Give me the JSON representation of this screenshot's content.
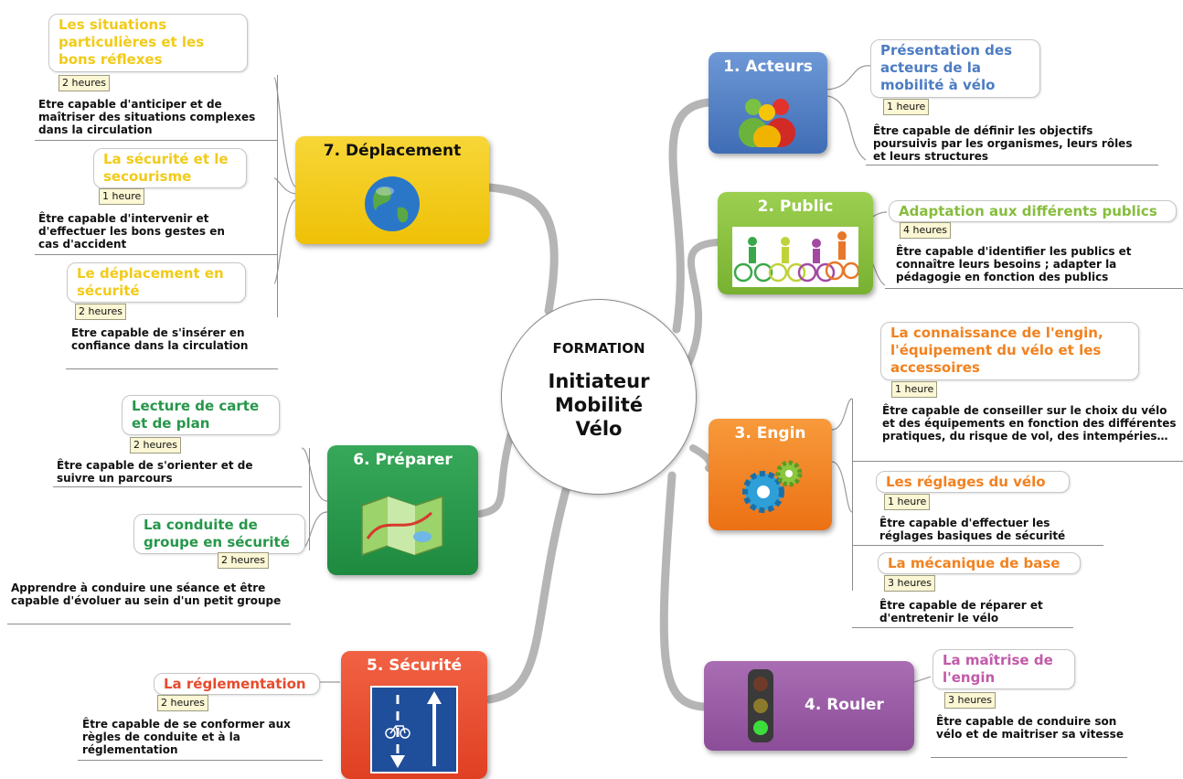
{
  "center": {
    "line1": "FORMATION",
    "line2": "Initiateur",
    "line3": "Mobilité",
    "line4": "Vélo"
  },
  "branches": {
    "acteurs": {
      "title": "1. Acteurs",
      "color": "#4c7cc3",
      "icon": "people-icon"
    },
    "public": {
      "title": "2. Public",
      "color": "#86bd3c",
      "icon": "cyclists-icon"
    },
    "engin": {
      "title": "3. Engin",
      "color": "#f18220",
      "icon": "gears-icon"
    },
    "rouler": {
      "title": "4. Rouler",
      "color": "#9b5ba6",
      "icon": "traffic-light-icon"
    },
    "securite": {
      "title": "5. Sécurité",
      "color": "#e74b2c",
      "icon": "bike-lane-sign-icon"
    },
    "preparer": {
      "title": "6. Préparer",
      "color": "#26974a",
      "icon": "map-icon"
    },
    "deplacement": {
      "title": "7. Déplacement",
      "color": "#f2cb18",
      "icon": "globe-icon"
    }
  },
  "topics": {
    "acteurs_1": {
      "title": "Présentation des acteurs de la mobilité à vélo",
      "duration": "1 heure",
      "desc": "Être capable de définir les objectifs poursuivis par les organismes, leurs rôles et leurs structures",
      "color": "#4c7cc3"
    },
    "public_1": {
      "title": "Adaptation aux différents publics",
      "duration": "4 heures",
      "desc": "Être capable d'identifier les publics et connaître leurs besoins ; adapter la pédagogie en fonction des publics",
      "color": "#86bd3c"
    },
    "engin_1": {
      "title": "La connaissance de l'engin, l'équipement du vélo et les accessoires",
      "duration": "1 heure",
      "desc": "Être capable de conseiller sur le choix du vélo et des équipements en fonction des différentes pratiques, du risque de vol, des intempéries…",
      "color": "#f18220"
    },
    "engin_2": {
      "title": "Les réglages du vélo",
      "duration": "1 heure",
      "desc": "Être capable d'effectuer les réglages basiques de sécurité",
      "color": "#f18220"
    },
    "engin_3": {
      "title": "La mécanique de base",
      "duration": "3 heures",
      "desc": "Être capable de réparer et d'entretenir le vélo",
      "color": "#f18220"
    },
    "rouler_1": {
      "title": "La maîtrise de l'engin",
      "duration": "3 heures",
      "desc": "Être capable de conduire son vélo et de maitriser sa vitesse",
      "color": "#c25aa9"
    },
    "securite_1": {
      "title": "La réglementation",
      "duration": "2 heures",
      "desc": "Être capable de se conformer aux règles de conduite et à la réglementation",
      "color": "#e74b2c"
    },
    "preparer_1": {
      "title": "Lecture de carte et de plan",
      "duration": "2 heures",
      "desc": "Être capable de s'orienter et de suivre un parcours",
      "color": "#26974a"
    },
    "preparer_2": {
      "title": "La conduite de groupe en sécurité",
      "duration": "2 heures",
      "desc": "Apprendre à conduire une séance et être capable d'évoluer au sein d'un petit groupe",
      "color": "#26974a"
    },
    "deplacement_1": {
      "title": "Les situations particulières et les bons réflexes",
      "duration": "2 heures",
      "desc": "Etre capable d'anticiper et de maîtriser des situations complexes dans la circulation",
      "color": "#f2cb18"
    },
    "deplacement_2": {
      "title": "La sécurité et le secourisme",
      "duration": "1 heure",
      "desc": "Être capable d'intervenir et d'effectuer les bons gestes en cas d'accident",
      "color": "#f2cb18"
    },
    "deplacement_3": {
      "title": "Le déplacement en sécurité",
      "duration": "2 heures",
      "desc": "Etre capable de s'insérer en confiance dans la circulation",
      "color": "#f2cb18"
    }
  }
}
